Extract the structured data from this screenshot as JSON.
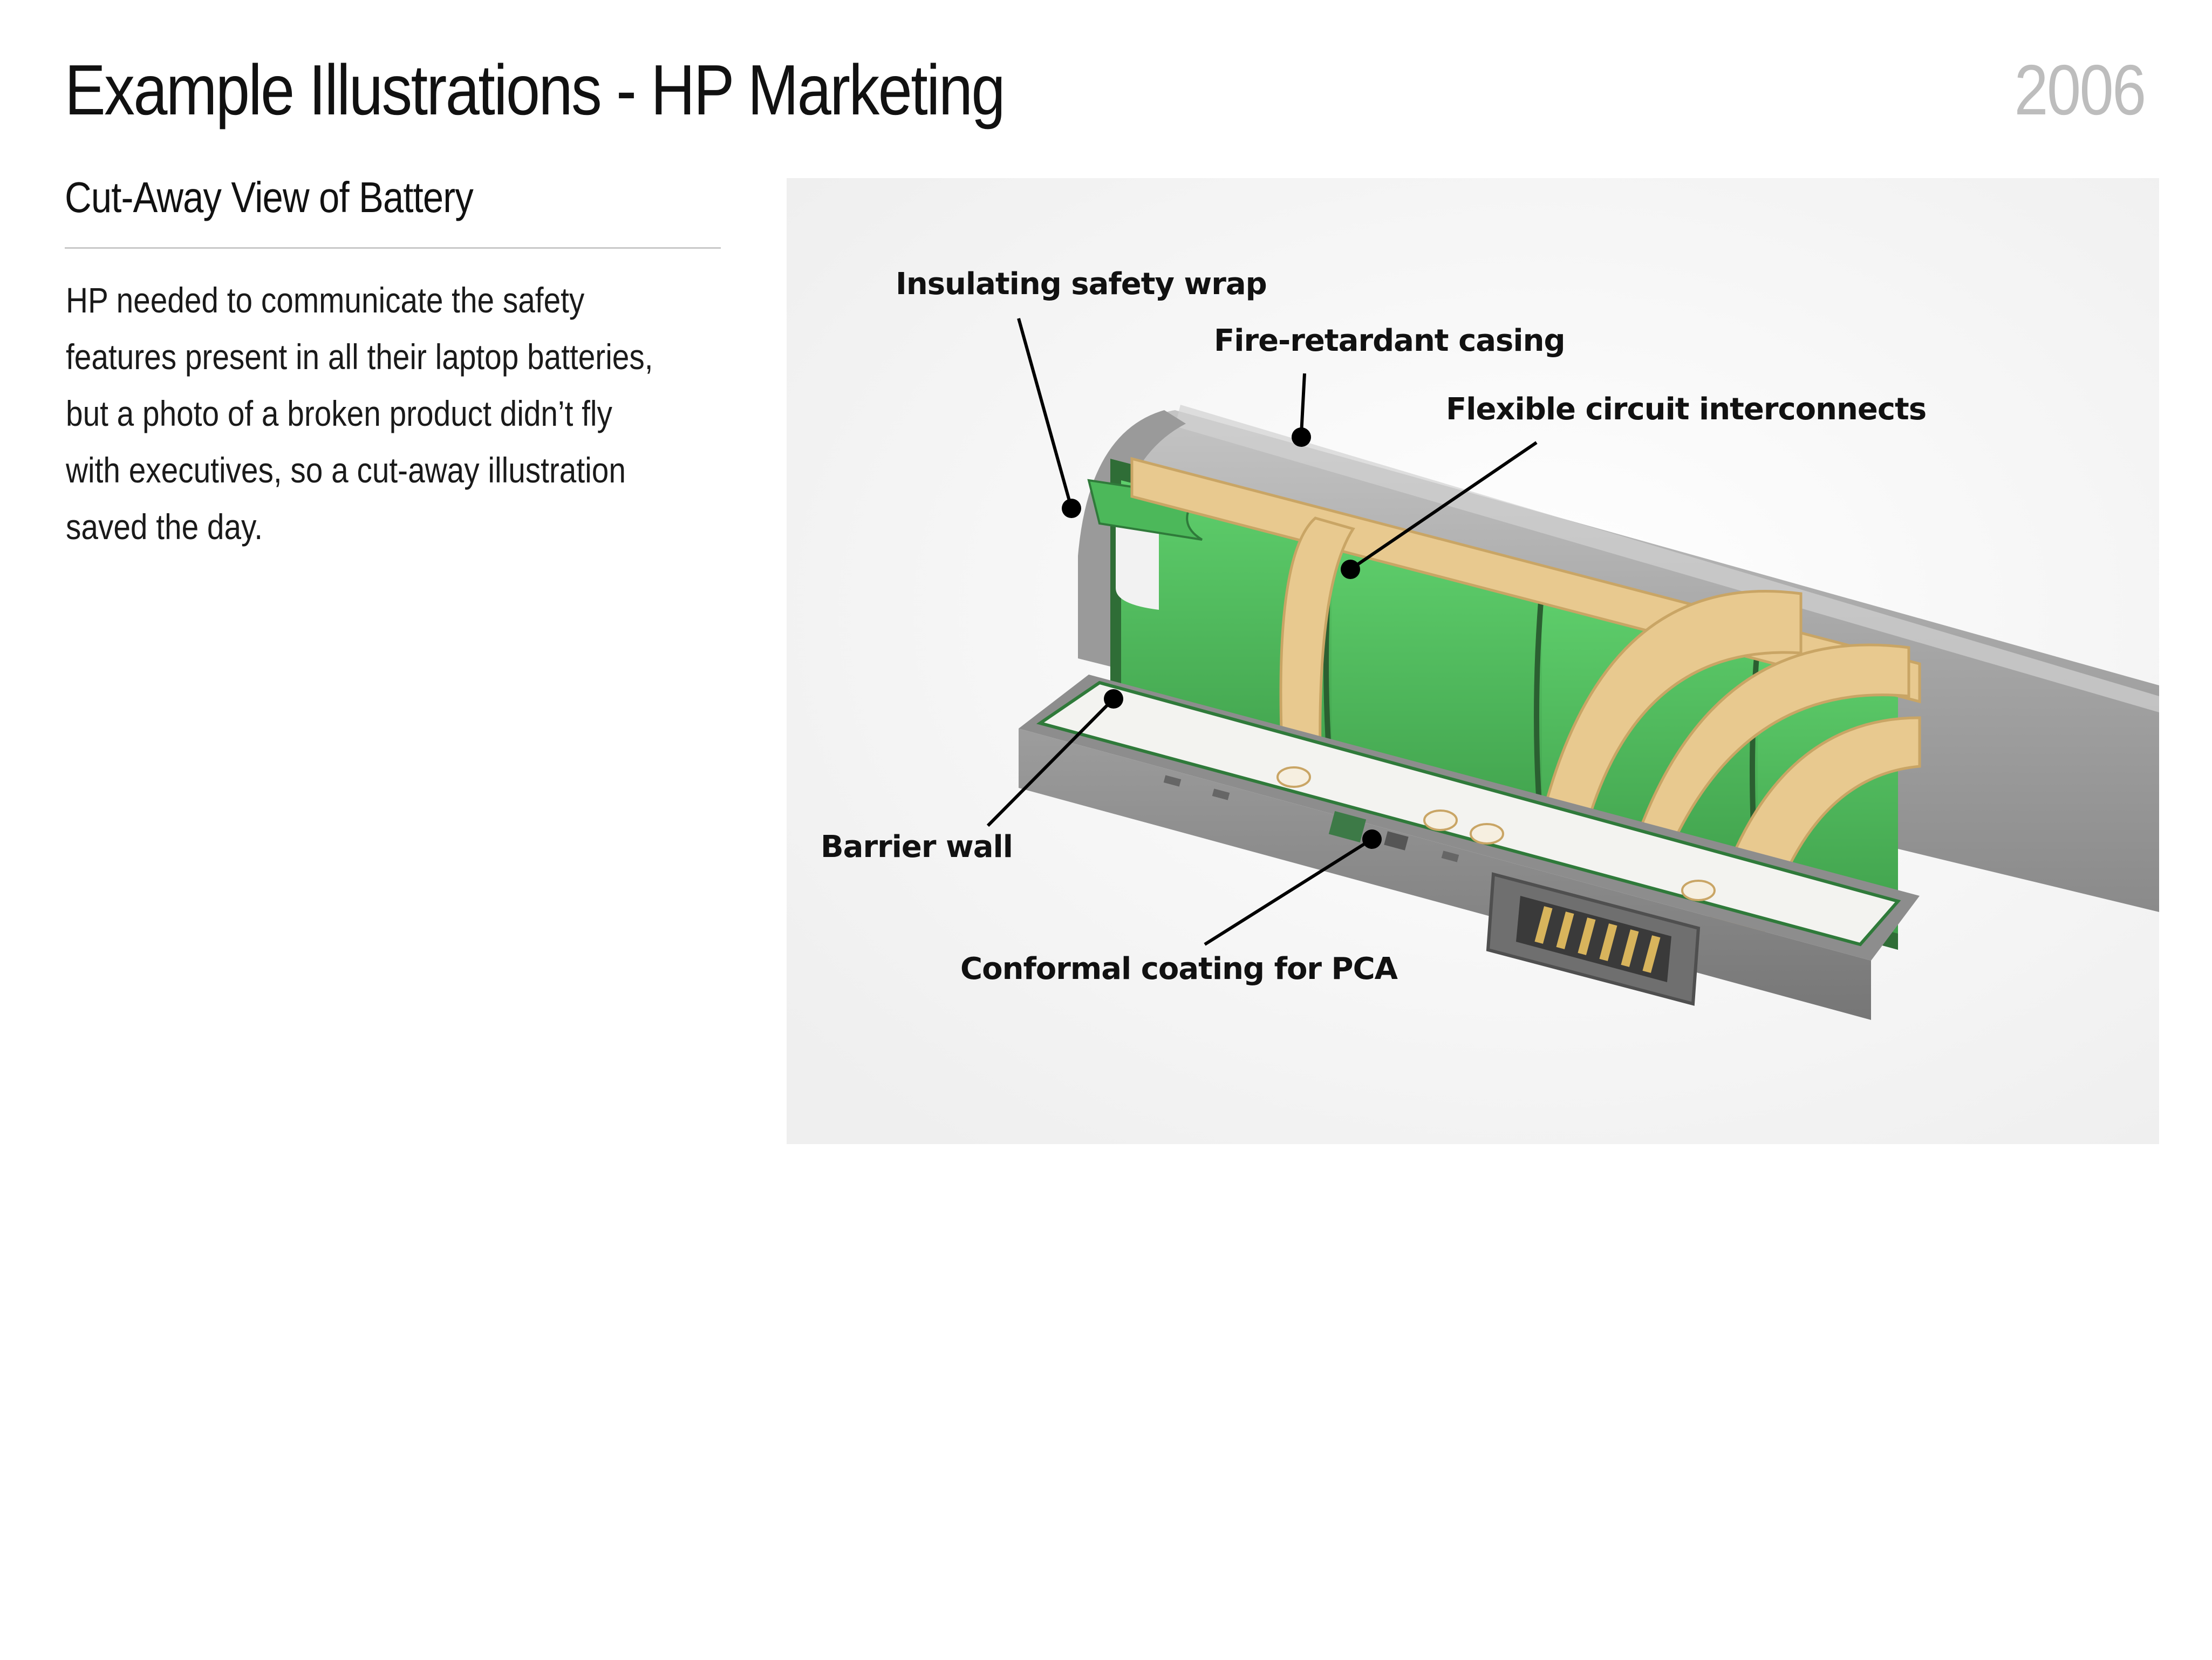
{
  "header": {
    "title": "Example Illustrations - HP Marketing",
    "year": "2006"
  },
  "section": {
    "title": "Cut-Away View of Battery",
    "description_lines": [
      "HP needed to communicate the safety",
      "features present in all their laptop batteries,",
      "but a photo of a broken product didn’t fly",
      "with executives, so a cut-away illustration",
      "saved the day."
    ]
  },
  "illustration": {
    "callouts": [
      "Insulating safety wrap",
      "Fire-retardant casing",
      "Flexible circuit interconnects",
      "Barrier wall",
      "Conformal coating for PCA"
    ],
    "colors": {
      "cells": "#55c463",
      "cells_dark": "#3e9f4c",
      "casing": "#a9a9a9",
      "casing_dark": "#8c8c8c",
      "flex_circuit": "#e8c98f",
      "flex_circuit_edge": "#c9a565",
      "pcb": "#f3f3f0"
    }
  }
}
